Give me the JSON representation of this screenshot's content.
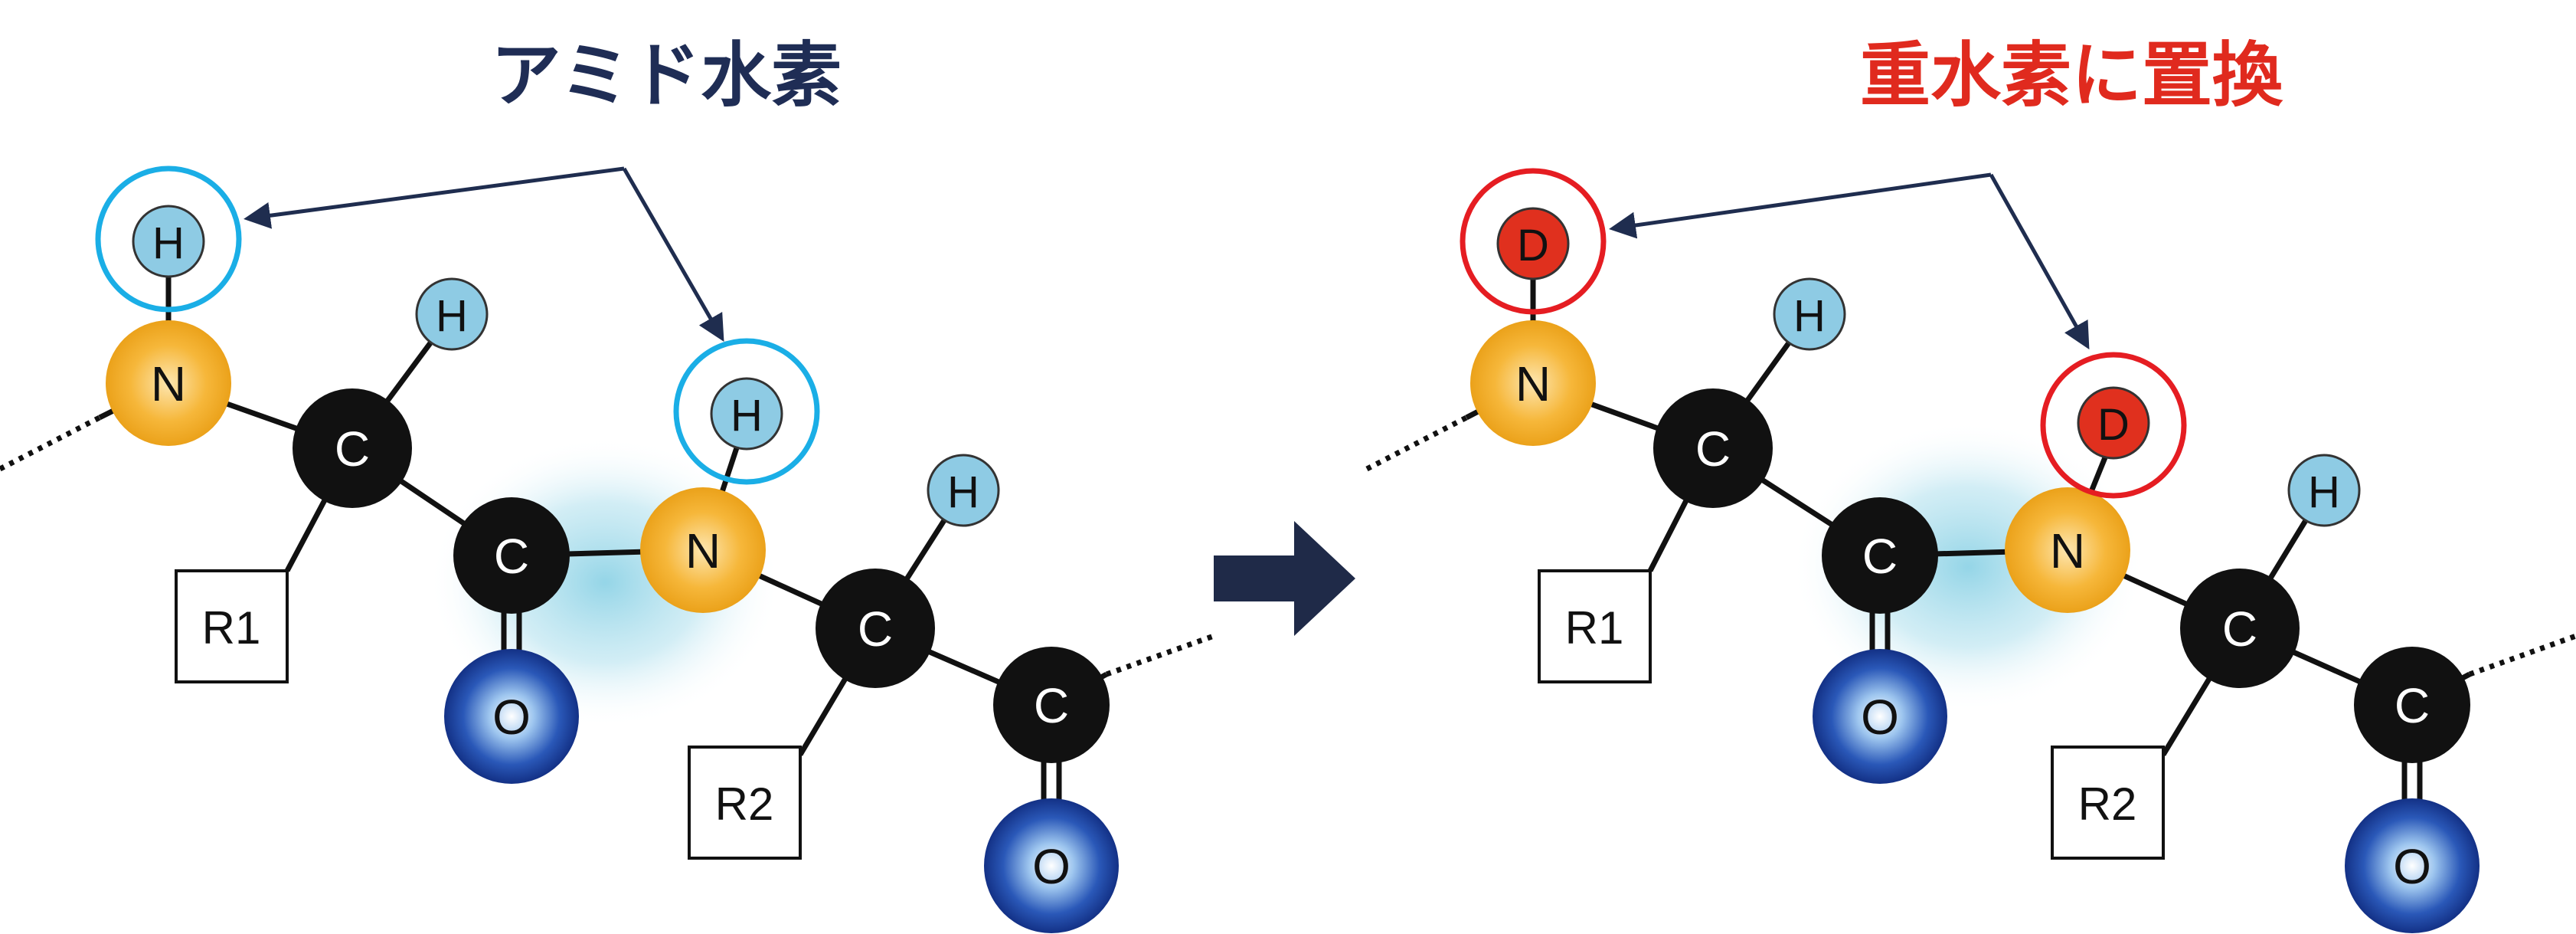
{
  "titles": {
    "left": "アミド水素",
    "right": "重水素に置換"
  },
  "colors": {
    "title_left": "#1f2d55",
    "title_right": "#e02a1e",
    "nitrogen": "#f2a91f",
    "carbon": "#111111",
    "oxygen_core": "#0d2f86",
    "hydrogen": "#8ecbe4",
    "deuterium": "#e0301e",
    "highlight_ring_left": "#1aaee6",
    "highlight_ring_right": "#e51d22",
    "glow": "#9fd8e8",
    "arrow": "#1f2d4f",
    "transform_arrow": "#1f2a48"
  },
  "atoms": {
    "N": "N",
    "C": "C",
    "O": "O",
    "H": "H",
    "D": "D"
  },
  "groups": {
    "r1": "R1",
    "r2": "R2"
  },
  "icons": {
    "transform_arrow": "right-arrow-icon"
  }
}
